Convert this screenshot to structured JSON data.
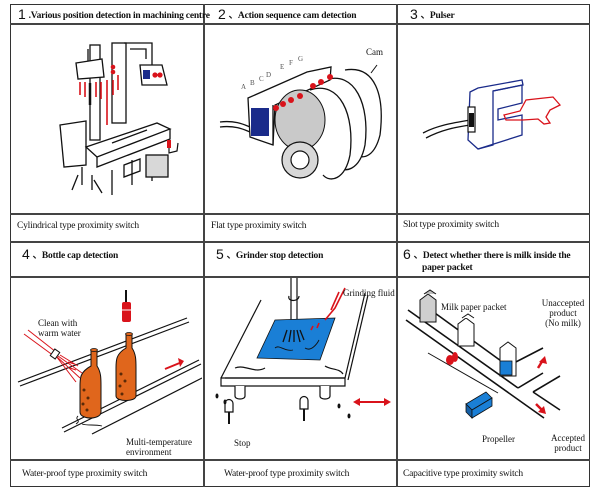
{
  "title": "Proximity switch application examples",
  "panels": [
    {
      "number": "1",
      "separator": ".",
      "heading": "Various position detection in machining centre",
      "caption": "Cylindrical type proximity switch",
      "labels": []
    },
    {
      "number": "2",
      "separator": "、",
      "heading": "Action sequence cam detection",
      "caption": "Flat type proximity switch",
      "labels": [
        "Cam",
        "A",
        "B",
        "C",
        "D",
        "E",
        "F",
        "G"
      ]
    },
    {
      "number": "3",
      "separator": "、",
      "heading": "Pulser",
      "caption": "Slot type proximity switch",
      "labels": []
    },
    {
      "number": "4",
      "separator": "、",
      "heading": "Bottle cap detection",
      "caption": "Water-proof type proximity switch",
      "labels": [
        "Clean with",
        "warm water",
        "Multi-temperature",
        "environment"
      ]
    },
    {
      "number": "5",
      "separator": "、",
      "heading": "Grinder stop detection",
      "caption": "Water-proof type proximity switch",
      "labels": [
        "Grinding fluid",
        "Stop"
      ]
    },
    {
      "number": "6",
      "separator": "、",
      "heading_line1": "Detect whether there is milk inside the",
      "heading_line2": "paper packet",
      "caption": "Capacitive type proximity switch",
      "labels": [
        "Milk paper packet",
        "Unaccepted",
        "product",
        "(No milk)",
        "Propeller",
        "Accepted",
        "product"
      ]
    }
  ],
  "colors": {
    "sensor_red": "#d9131b",
    "bottle_orange": "#e0661c",
    "workpiece_blue": "#1a7fd6",
    "sensor_navy": "#1a2b8a",
    "grid_line": "#444444"
  }
}
